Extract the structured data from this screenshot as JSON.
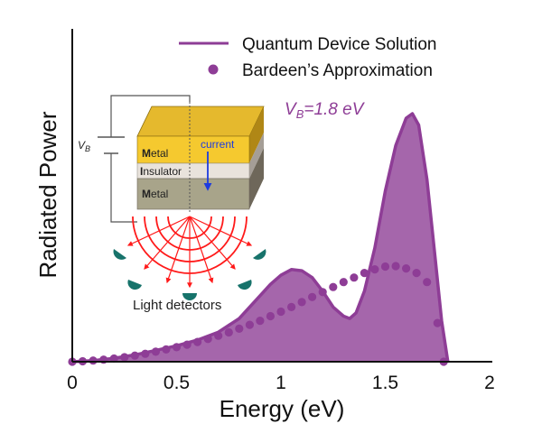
{
  "chart_data": {
    "type": "area",
    "xlabel": "Energy (eV)",
    "ylabel": "Radiated Power",
    "xlim": [
      0,
      2
    ],
    "ylim": [
      0,
      1.1
    ],
    "xticks": [
      "0",
      "0.5",
      "1",
      "1.5",
      "2"
    ],
    "grid": false,
    "legend_position": "top-right",
    "annotation": {
      "var": "V",
      "sub": "B",
      "text": "=1.8 eV"
    },
    "colors": {
      "series": "#8e3d96",
      "fill": "#a566ab"
    },
    "series": [
      {
        "name": "Quantum Device Solution",
        "style": "line-filled",
        "x": [
          0,
          0.1,
          0.2,
          0.3,
          0.4,
          0.5,
          0.6,
          0.7,
          0.8,
          0.9,
          0.95,
          1.0,
          1.05,
          1.1,
          1.15,
          1.2,
          1.25,
          1.3,
          1.33,
          1.36,
          1.4,
          1.45,
          1.5,
          1.55,
          1.6,
          1.63,
          1.66,
          1.7,
          1.74,
          1.77,
          1.8
        ],
        "y": [
          0.0,
          0.005,
          0.015,
          0.03,
          0.05,
          0.07,
          0.095,
          0.13,
          0.19,
          0.29,
          0.34,
          0.38,
          0.405,
          0.4,
          0.37,
          0.31,
          0.24,
          0.2,
          0.19,
          0.215,
          0.31,
          0.5,
          0.75,
          0.95,
          1.07,
          1.09,
          1.04,
          0.8,
          0.45,
          0.18,
          0.0
        ]
      },
      {
        "name": "Bardeen’s Approximation",
        "style": "dots",
        "x": [
          0.0,
          0.05,
          0.1,
          0.15,
          0.2,
          0.25,
          0.3,
          0.35,
          0.4,
          0.45,
          0.5,
          0.55,
          0.6,
          0.65,
          0.7,
          0.75,
          0.8,
          0.85,
          0.9,
          0.95,
          1.0,
          1.05,
          1.1,
          1.15,
          1.2,
          1.25,
          1.3,
          1.35,
          1.4,
          1.45,
          1.5,
          1.55,
          1.6,
          1.65,
          1.7,
          1.75,
          1.78
        ],
        "y": [
          0.0,
          0.002,
          0.005,
          0.009,
          0.014,
          0.02,
          0.027,
          0.035,
          0.044,
          0.054,
          0.064,
          0.075,
          0.087,
          0.1,
          0.114,
          0.129,
          0.145,
          0.162,
          0.18,
          0.2,
          0.22,
          0.24,
          0.262,
          0.284,
          0.306,
          0.328,
          0.35,
          0.37,
          0.39,
          0.406,
          0.418,
          0.42,
          0.41,
          0.39,
          0.35,
          0.17,
          0.0
        ]
      }
    ]
  },
  "inset": {
    "vb_var": "V",
    "vb_sub": "B",
    "layers": [
      {
        "initial": "M",
        "rest": "etal"
      },
      {
        "initial": "I",
        "rest": "nsulator"
      },
      {
        "initial": "M",
        "rest": "etal"
      }
    ],
    "current_label": "current",
    "detectors_label": "Light detectors"
  }
}
